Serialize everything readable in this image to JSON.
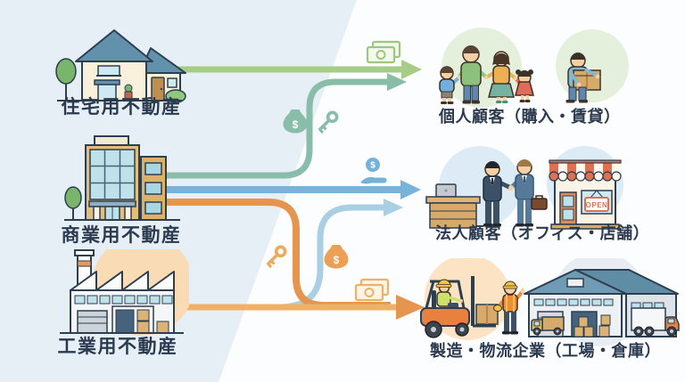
{
  "diagram": {
    "title_hint": "Real estate types matched to customer segments",
    "background": {
      "left_panel_color": "#e6eef6",
      "right_panel_color": "#fcfdfe"
    },
    "left_column": [
      {
        "id": "residential",
        "label": "住宅用不動産",
        "illustration": "two-story house with tree and bushes"
      },
      {
        "id": "commercial",
        "label": "商業用不動産",
        "illustration": "glass office building with side tower"
      },
      {
        "id": "industrial",
        "label": "工業用不動産",
        "illustration": "factory with chimney and sawtooth roof"
      }
    ],
    "right_column": [
      {
        "id": "individual",
        "label": "個人顧客（購入・賃貸）",
        "illustration": "family of four and mover carrying a box"
      },
      {
        "id": "corporate",
        "label": "法人顧客（オフィス・店舗）",
        "illustration": "businessmen shaking hands at desk and storefront"
      },
      {
        "id": "logistics",
        "label": "製造・物流企業（工場・倉庫）",
        "illustration": "forklift, warehouse worker and warehouse with trucks"
      }
    ],
    "connections": [
      {
        "from": "residential",
        "to": "individual",
        "shape": "straight",
        "color": "#a6cc85",
        "icons": [
          "banknote"
        ]
      },
      {
        "from": "commercial",
        "to": "individual",
        "shape": "curve-up",
        "color": "#8abcaa",
        "icons": [
          "money-bag",
          "key"
        ]
      },
      {
        "from": "commercial",
        "to": "corporate",
        "shape": "straight",
        "color": "#77b3da",
        "icons": [
          "coin-hand"
        ]
      },
      {
        "from": "industrial",
        "to": "corporate",
        "shape": "curve-up",
        "color": "#a9cfe3",
        "icons": []
      },
      {
        "from": "commercial",
        "to": "logistics",
        "shape": "curve-down",
        "color": "#e6954f",
        "icons": [
          "key",
          "money-bag"
        ]
      },
      {
        "from": "industrial",
        "to": "logistics",
        "shape": "straight",
        "color": "#edb169",
        "icons": [
          "banknote"
        ]
      }
    ],
    "storefront": {
      "sign": "OPEN"
    },
    "currency_symbol": "$",
    "text_color": "#2b3a4f"
  }
}
